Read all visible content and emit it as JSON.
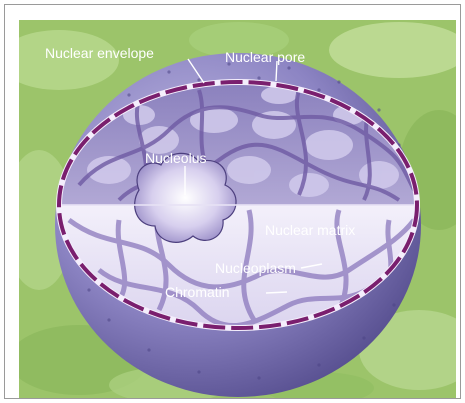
{
  "labels": {
    "nuclear_envelope": "Nuclear envelope",
    "nuclear_pore": "Nuclear pore",
    "nucleolus": "Nucleolus",
    "nuclear_matrix": "Nuclear matrix",
    "nucleoplasm": "Nucleoplasm",
    "chromatin": "Chromatin"
  },
  "colors": {
    "background_green": "#9cc46a",
    "sphere_purple": "#7f78b8",
    "envelope_magenta": "#7a1f6e",
    "chromatin_purple": "#6f5aa3",
    "label_text": "#ffffff"
  }
}
